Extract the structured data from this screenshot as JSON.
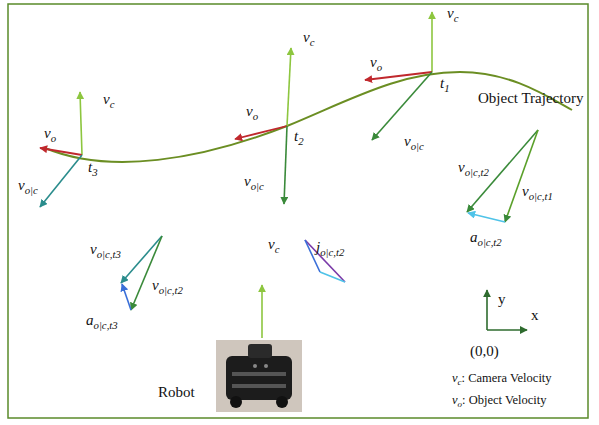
{
  "diagram": {
    "labels": [
      "vc",
      "vo",
      "t1",
      "vo|c",
      "Object Trajectory",
      "vc",
      "vo",
      "t2",
      "vo|c",
      "vc",
      "vo",
      "vo|c",
      "t3",
      "vo|c,t2",
      "vo|c,t1",
      "ao|c,t2",
      "vo|c,t3",
      "vo|c,t2",
      "ao|c,t3",
      "jo|c,t2",
      "y",
      "x",
      "(0,0)",
      "vc",
      "Robot",
      "vc: Camera Velocity",
      "vo: Object Velocity"
    ]
  }
}
